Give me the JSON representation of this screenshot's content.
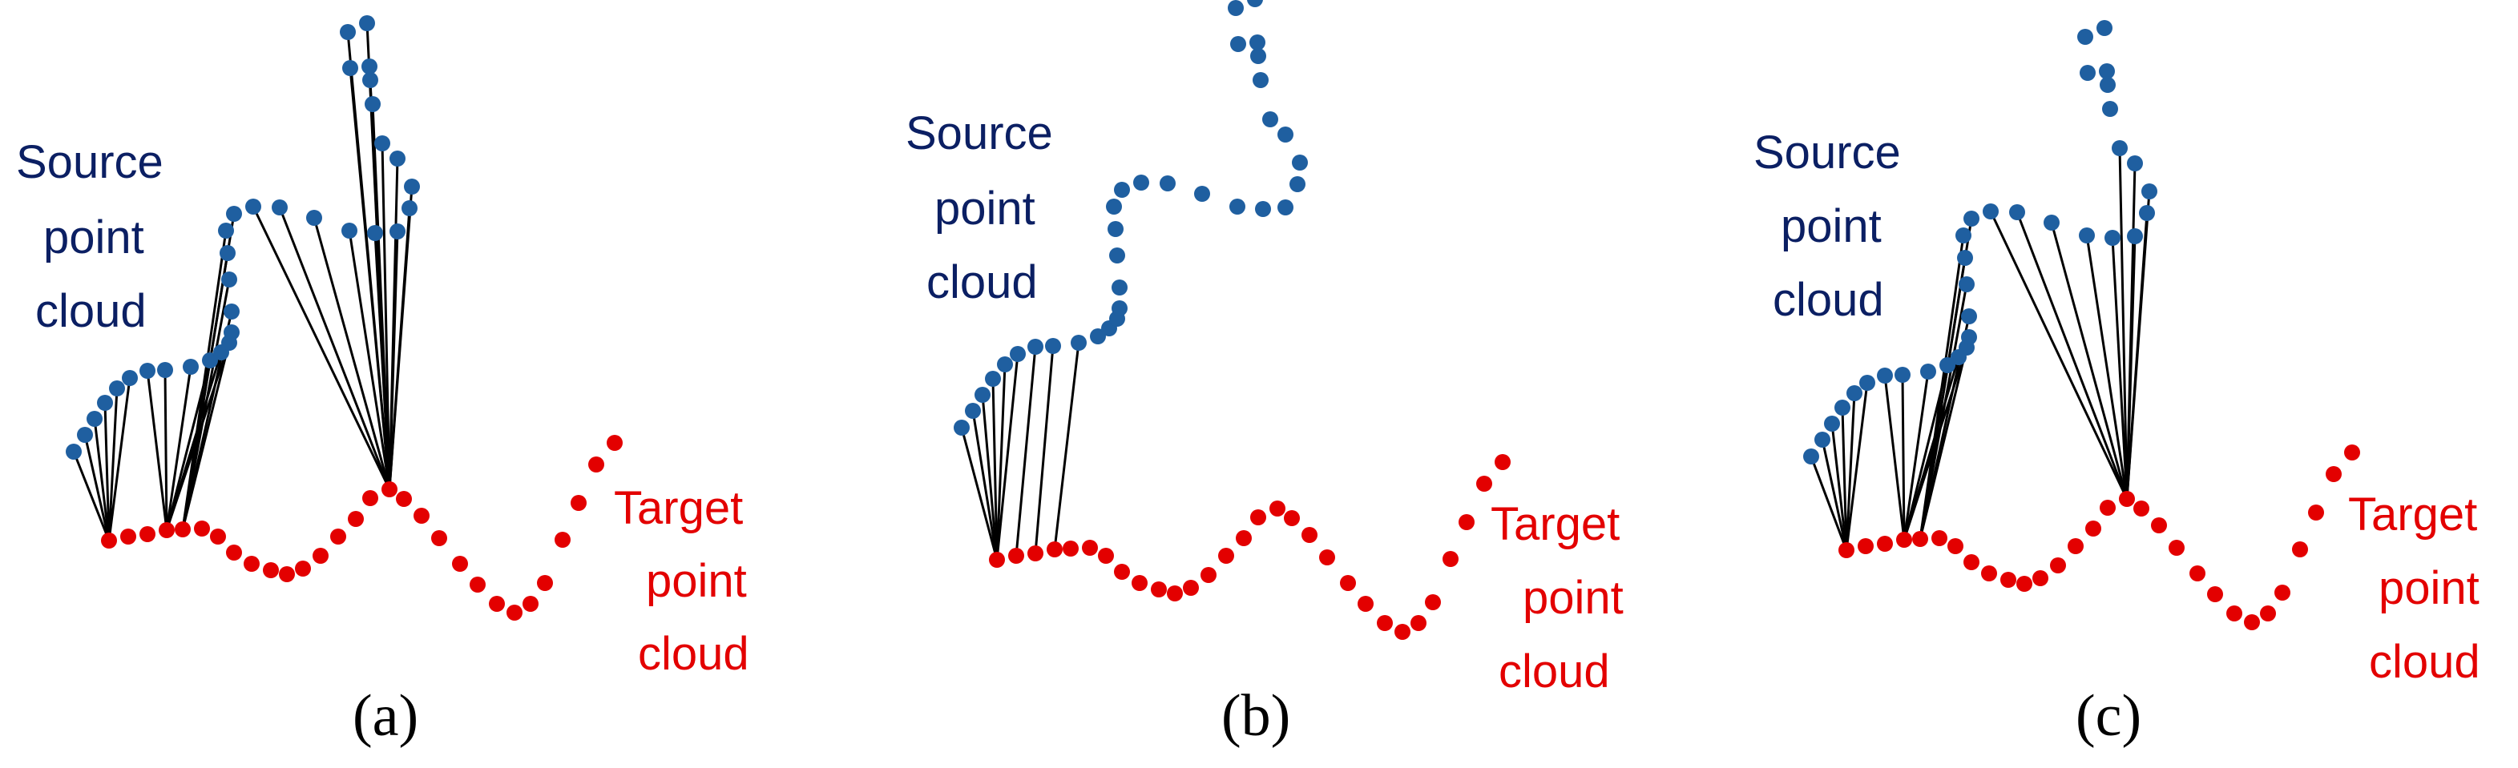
{
  "colors": {
    "source_points": "#1f5fa0",
    "target_points": "#e30000",
    "source_label": "#0b1f63",
    "target_label": "#e30000",
    "lines": "#000000",
    "background": "#ffffff"
  },
  "panels": [
    {
      "caption": "(a)",
      "source_label": [
        "Source",
        "point",
        "cloud"
      ],
      "target_label": [
        "Target",
        "point",
        "cloud"
      ],
      "correspondence": "many-to-few"
    },
    {
      "caption": "(b)",
      "source_label": [
        "Source",
        "point",
        "cloud"
      ],
      "target_label": [
        "Target",
        "point",
        "cloud"
      ],
      "correspondence": "partial"
    },
    {
      "caption": "(c)",
      "source_label": [
        "Source",
        "point",
        "cloud"
      ],
      "target_label": [
        "Target",
        "point",
        "cloud"
      ],
      "correspondence": "many-to-few"
    }
  ]
}
